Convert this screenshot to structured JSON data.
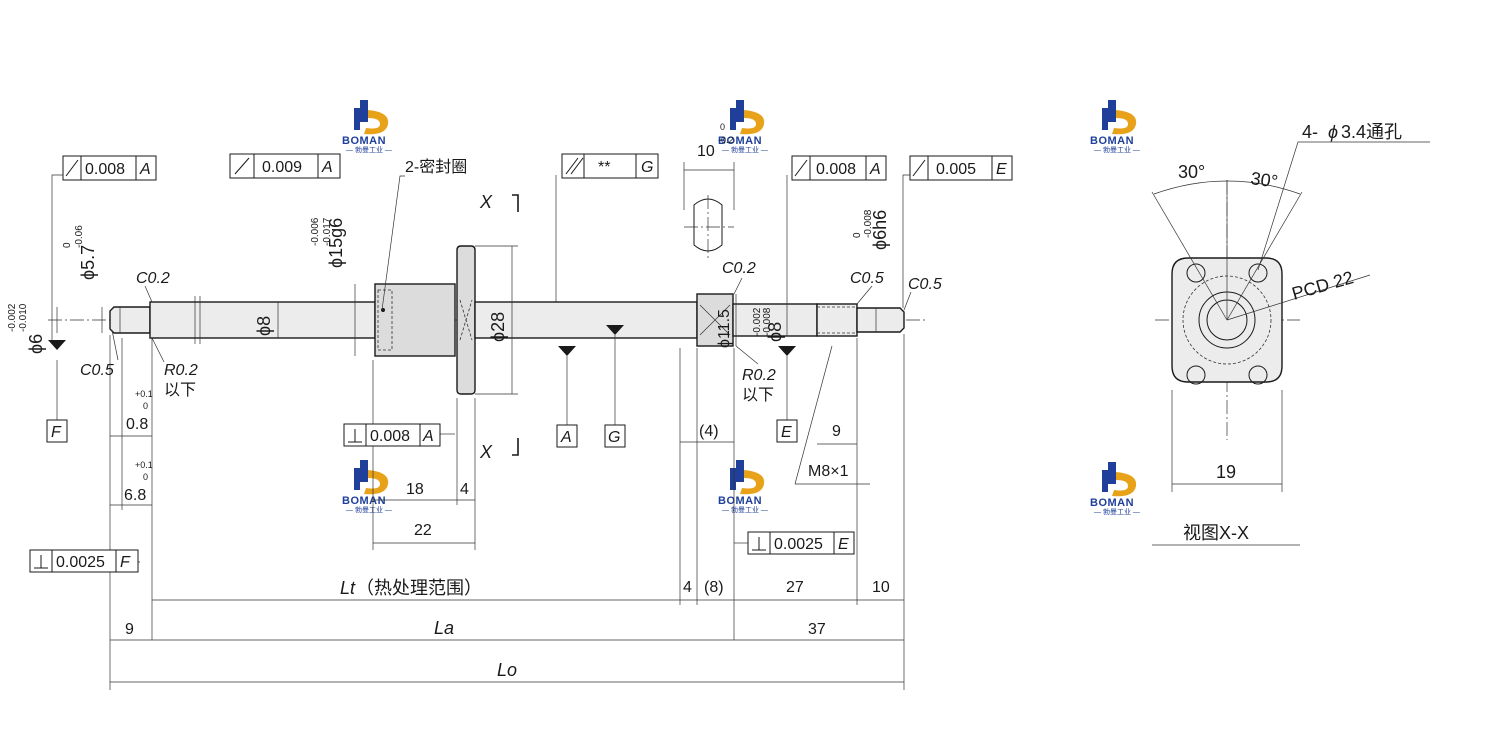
{
  "brand": {
    "name": "BOMAN",
    "subtitle": "— 勃曼工业 —",
    "colors": {
      "primary": "#1f3f9a",
      "accent": "#e8a21a"
    }
  },
  "tolerance_frames": {
    "runout_a_left": {
      "value": "0.008",
      "datum": "A"
    },
    "runout_a_mid": {
      "value": "0.009",
      "datum": "A"
    },
    "runout_g": {
      "value": "**",
      "datum": "G"
    },
    "runout_a_right": {
      "value": "0.008",
      "datum": "A"
    },
    "runout_e": {
      "value": "0.005",
      "datum": "E"
    },
    "perp_a": {
      "value": "0.008",
      "datum": "A"
    },
    "perp_e": {
      "value": "0.0025",
      "datum": "E"
    },
    "perp_f": {
      "value": "0.0025",
      "datum": "F"
    }
  },
  "datums": {
    "A": "A",
    "G": "G",
    "E": "E",
    "F": "F"
  },
  "annotations": {
    "seal": "2-密封圈",
    "section_mark": "X",
    "chamfer_c02_left": "C0.2",
    "chamfer_c05_left": "C0.5",
    "radius_left": "R0.2",
    "radius_left_note": "以下",
    "chamfer_c02_right": "C0.2",
    "radius_right": "R0.2",
    "radius_right_note": "以下",
    "chamfer_c05_mid": "C0.5",
    "chamfer_c05_right": "C0.5",
    "thread": "M8×1",
    "holes": "4-",
    "holes_dia": "3.4通孔",
    "pcd": "PCD 22",
    "angle_left": "30°",
    "angle_right": "30°",
    "view_title": "视图X-X"
  },
  "dimensions": {
    "d6": "ϕ6",
    "d6_tol_up": "-0.002",
    "d6_tol_lo": "-0.010",
    "d57": "ϕ5.7",
    "d57_tol_up": "0",
    "d57_tol_lo": "-0.06",
    "d15": "ϕ15g6",
    "d15_tol_up": "-0.006",
    "d15_tol_lo": "-0.017",
    "d8_shaft": "ϕ8",
    "d28": "ϕ28",
    "d115": "ϕ11.5",
    "d8_right": "ϕ8",
    "d8r_tol_up": "-0.002",
    "d8r_tol_lo": "-0.008",
    "d6h6": "ϕ6h6",
    "d6h6_tol_up": "0",
    "d6h6_tol_lo": "-0.008",
    "w10": "10",
    "w10_tol_up": "0",
    "w10_tol_lo": "-0.2",
    "g08": "0.8",
    "g08_tol_up": "+0.1",
    "g08_tol_lo": "0",
    "g68": "6.8",
    "g68_tol_up": "+0.1",
    "g68_tol_lo": "0",
    "n18": "18",
    "n4": "4",
    "n22": "22",
    "p4": "(4)",
    "t9": "9",
    "Lt": "Lt",
    "Lt_note": "（热处理范围）",
    "s4": "4",
    "s8": "(8)",
    "s27": "27",
    "s10": "10",
    "b9": "9",
    "La": "La",
    "b37": "37",
    "Lo": "Lo",
    "v19": "19"
  }
}
